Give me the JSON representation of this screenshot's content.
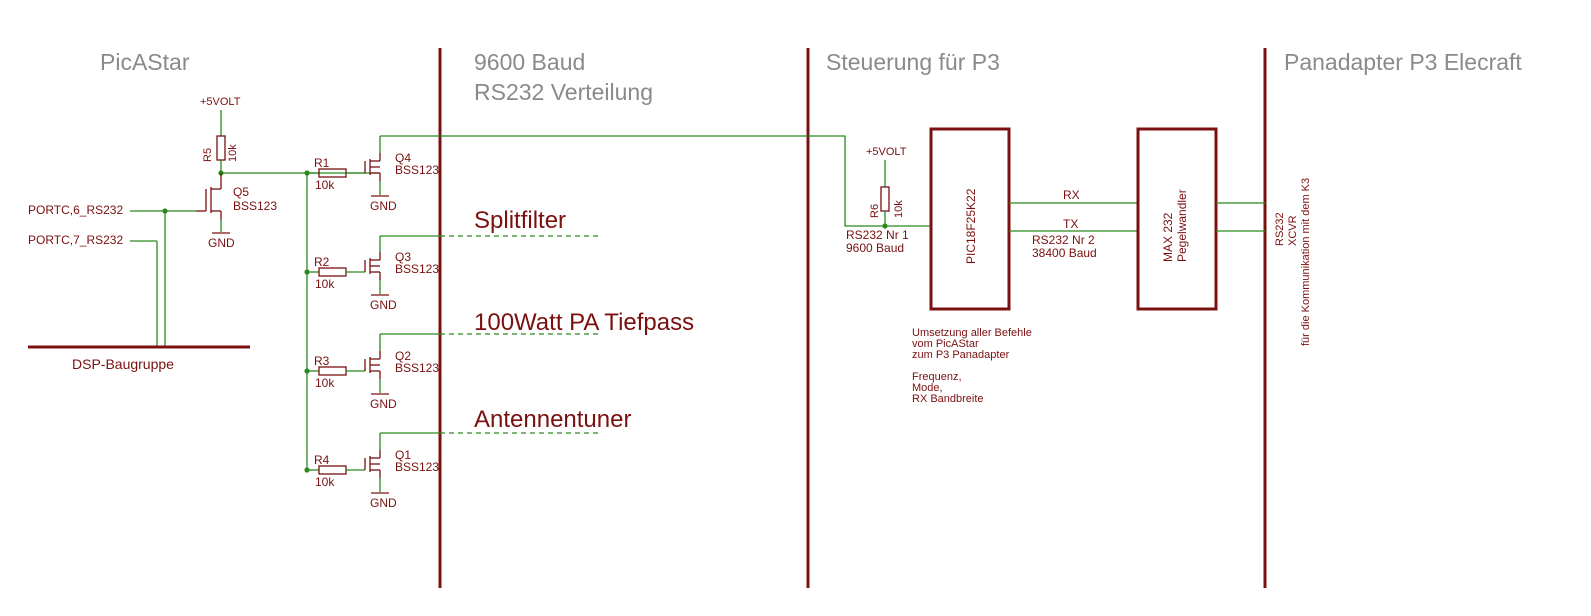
{
  "sections": {
    "picastar": "PicAStar",
    "baud_line1": "9600 Baud",
    "baud_line2": "RS232 Verteilung",
    "steuerung": "Steuerung für P3",
    "panadapter": "Panadapter P3 Elecraft"
  },
  "left": {
    "supply": "+5VOLT",
    "r5_name": "R5",
    "r5_value": "10k",
    "q5_name": "Q5",
    "q5_type": "BSS123",
    "gnd": "GND",
    "port6": "PORTC,6_RS232",
    "port7": "PORTC,7_RS232",
    "dsp": "DSP-Baugruppe"
  },
  "distribution": {
    "transistor_type": "BSS123",
    "gnd": "GND",
    "resistor_value": "10k",
    "branches": [
      {
        "r": "R1",
        "q": "Q4"
      },
      {
        "r": "R2",
        "q": "Q3"
      },
      {
        "r": "R3",
        "q": "Q2"
      },
      {
        "r": "R4",
        "q": "Q1"
      }
    ],
    "targets": [
      "Splitfilter",
      "100Watt PA Tiefpass",
      "Antennentuner"
    ]
  },
  "control": {
    "supply": "+5VOLT",
    "r6_name": "R6",
    "r6_value": "10k",
    "rs232_nr1": "RS232 Nr 1",
    "baud_9600": "9600 Baud",
    "pic": "PIC18F25K22",
    "rx": "RX",
    "tx": "TX",
    "rs232_nr2": "RS232 Nr 2",
    "baud_38400": "38400 Baud",
    "max_line1": "MAX 232",
    "max_line2": "Pegelwandler",
    "note": [
      "Umsetzung aller Befehle",
      "vom PicAStar",
      "zum P3 Panadapter",
      "",
      "Frequenz,",
      "Mode,",
      "RX Bandbreite"
    ]
  },
  "panadapter": {
    "rs232": "RS232",
    "xcvr": "XCVR",
    "comm": "für die Kommunikation mit dem K3"
  }
}
